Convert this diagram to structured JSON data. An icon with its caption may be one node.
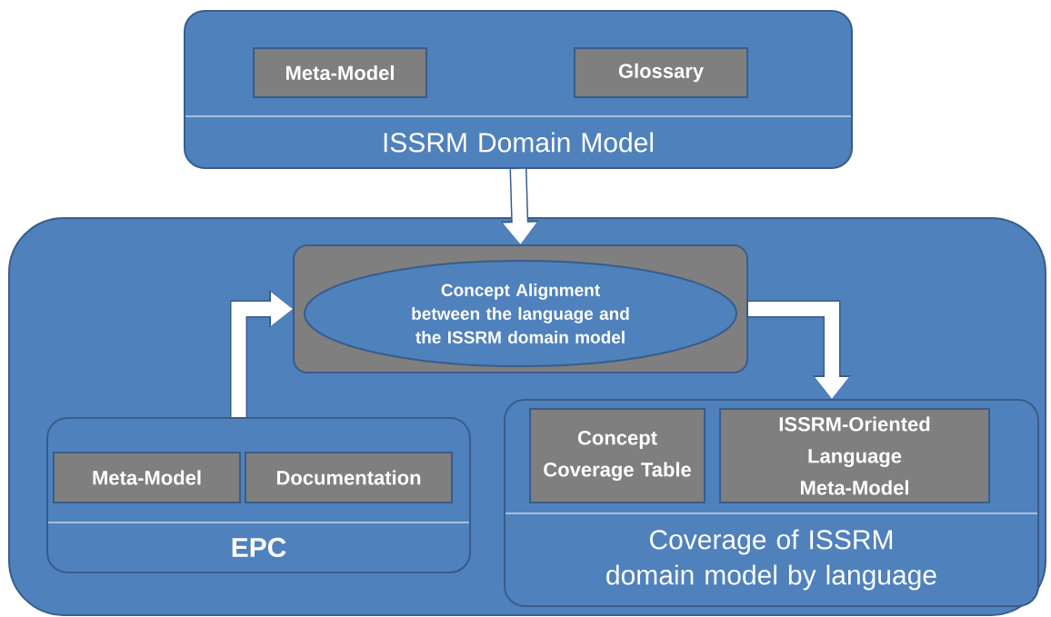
{
  "diagram": {
    "nodes": [
      {
        "text": [
          "ISSRM Domain Model"
        ]
      },
      {
        "text": [
          "Meta-Model"
        ],
        "in": 0
      },
      {
        "text": [
          "Glossary"
        ],
        "in": 0
      },
      {
        "text": [],
        "shape": "box"
      },
      {
        "text": [],
        "shape": "box",
        "in": 3
      },
      {
        "text": [
          "Concept Alignment between the language and the ISSRM domain model"
        ],
        "in": 4
      },
      {
        "text": [
          "EPC"
        ],
        "in": 3
      },
      {
        "text": [
          "Meta-Model"
        ],
        "in": 6
      },
      {
        "text": [
          "Documentation"
        ],
        "in": 6
      },
      {
        "text": [
          "Coverage of ISSRM domain model by language"
        ],
        "in": 3
      },
      {
        "text": [
          "Concept Coverage Table"
        ],
        "in": 9
      },
      {
        "text": [
          "ISSRM-Oriented Language Meta-Model"
        ],
        "in": 9
      }
    ],
    "edges": [
      {
        "from": 0,
        "to": 4,
        "arrow": "to"
      },
      {
        "from": 6,
        "to": 4,
        "arrow": "to"
      },
      {
        "from": 4,
        "to": 9,
        "arrow": "to"
      }
    ]
  }
}
